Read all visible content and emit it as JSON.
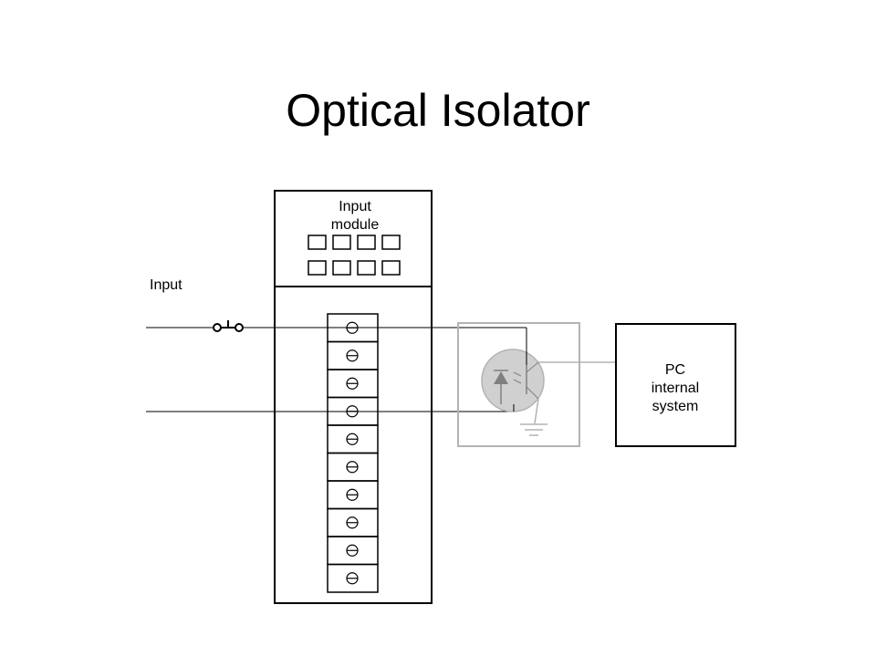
{
  "title": "Optical Isolator",
  "diagram": {
    "input_label": "Input",
    "module_label": [
      "Input",
      "module"
    ],
    "pc_label": [
      "PC",
      "internal",
      "system"
    ],
    "terminal_count": 10,
    "terminal_symbol": "⊖",
    "indicator_rows": 2,
    "indicator_cols": 4,
    "colors": {
      "line": "#000000",
      "isolator": "#b3b3b3",
      "isolator_fill": "#d0d0d0"
    }
  }
}
